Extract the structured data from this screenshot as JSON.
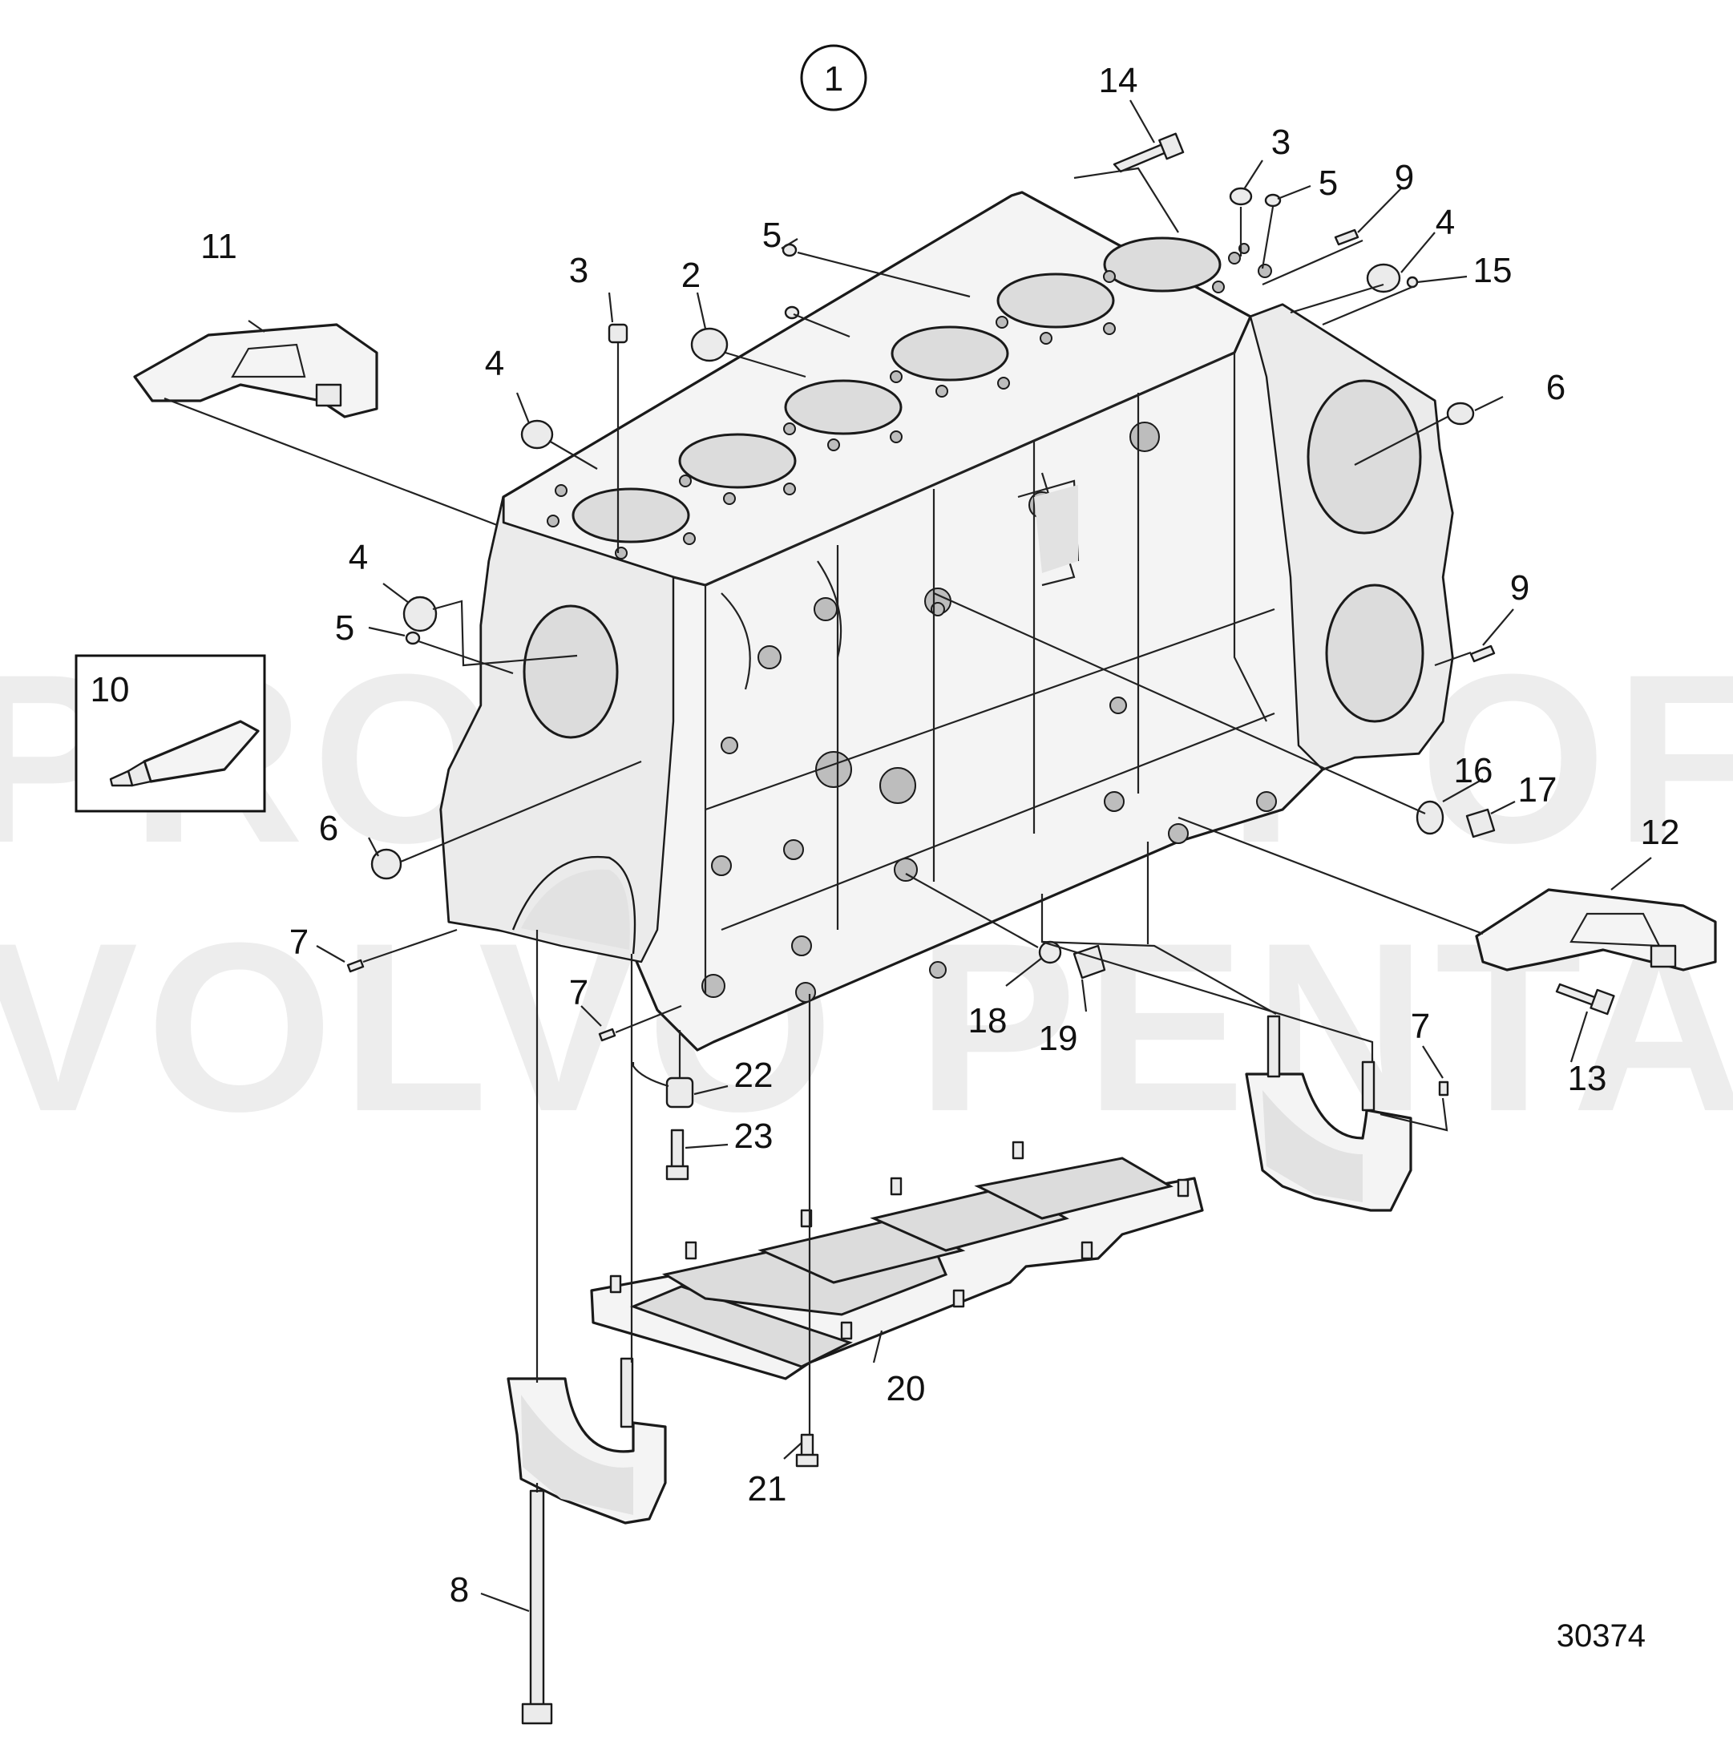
{
  "assembly_number": "1",
  "drawing_number": "30374",
  "watermark": {
    "line1": "PROPERTY OF",
    "line2": "VOLVO PENTA"
  },
  "callouts": {
    "c14": "14",
    "c3_top_right": "3",
    "c5_top_right": "5",
    "c9_top_right": "9",
    "c4_top_right": "4",
    "c15": "15",
    "c6_right": "6",
    "c11": "11",
    "c3_top_left": "3",
    "c2": "2",
    "c5_top_center": "5",
    "c4_left_top": "4",
    "c4_left": "4",
    "c5_left": "5",
    "c10": "10",
    "c6_left": "6",
    "c7_left": "7",
    "c7_center": "7",
    "c9_right": "9",
    "c16": "16",
    "c17": "17",
    "c12": "12",
    "c13": "13",
    "c18": "18",
    "c19": "19",
    "c7_right": "7",
    "c22": "22",
    "c23": "23",
    "c20": "20",
    "c21": "21",
    "c8": "8"
  },
  "icons": [
    "sealant-tube-icon",
    "engine-block-icon",
    "main-bearing-cap-icon",
    "lifting-eye-icon",
    "bedplate-frame-icon"
  ]
}
